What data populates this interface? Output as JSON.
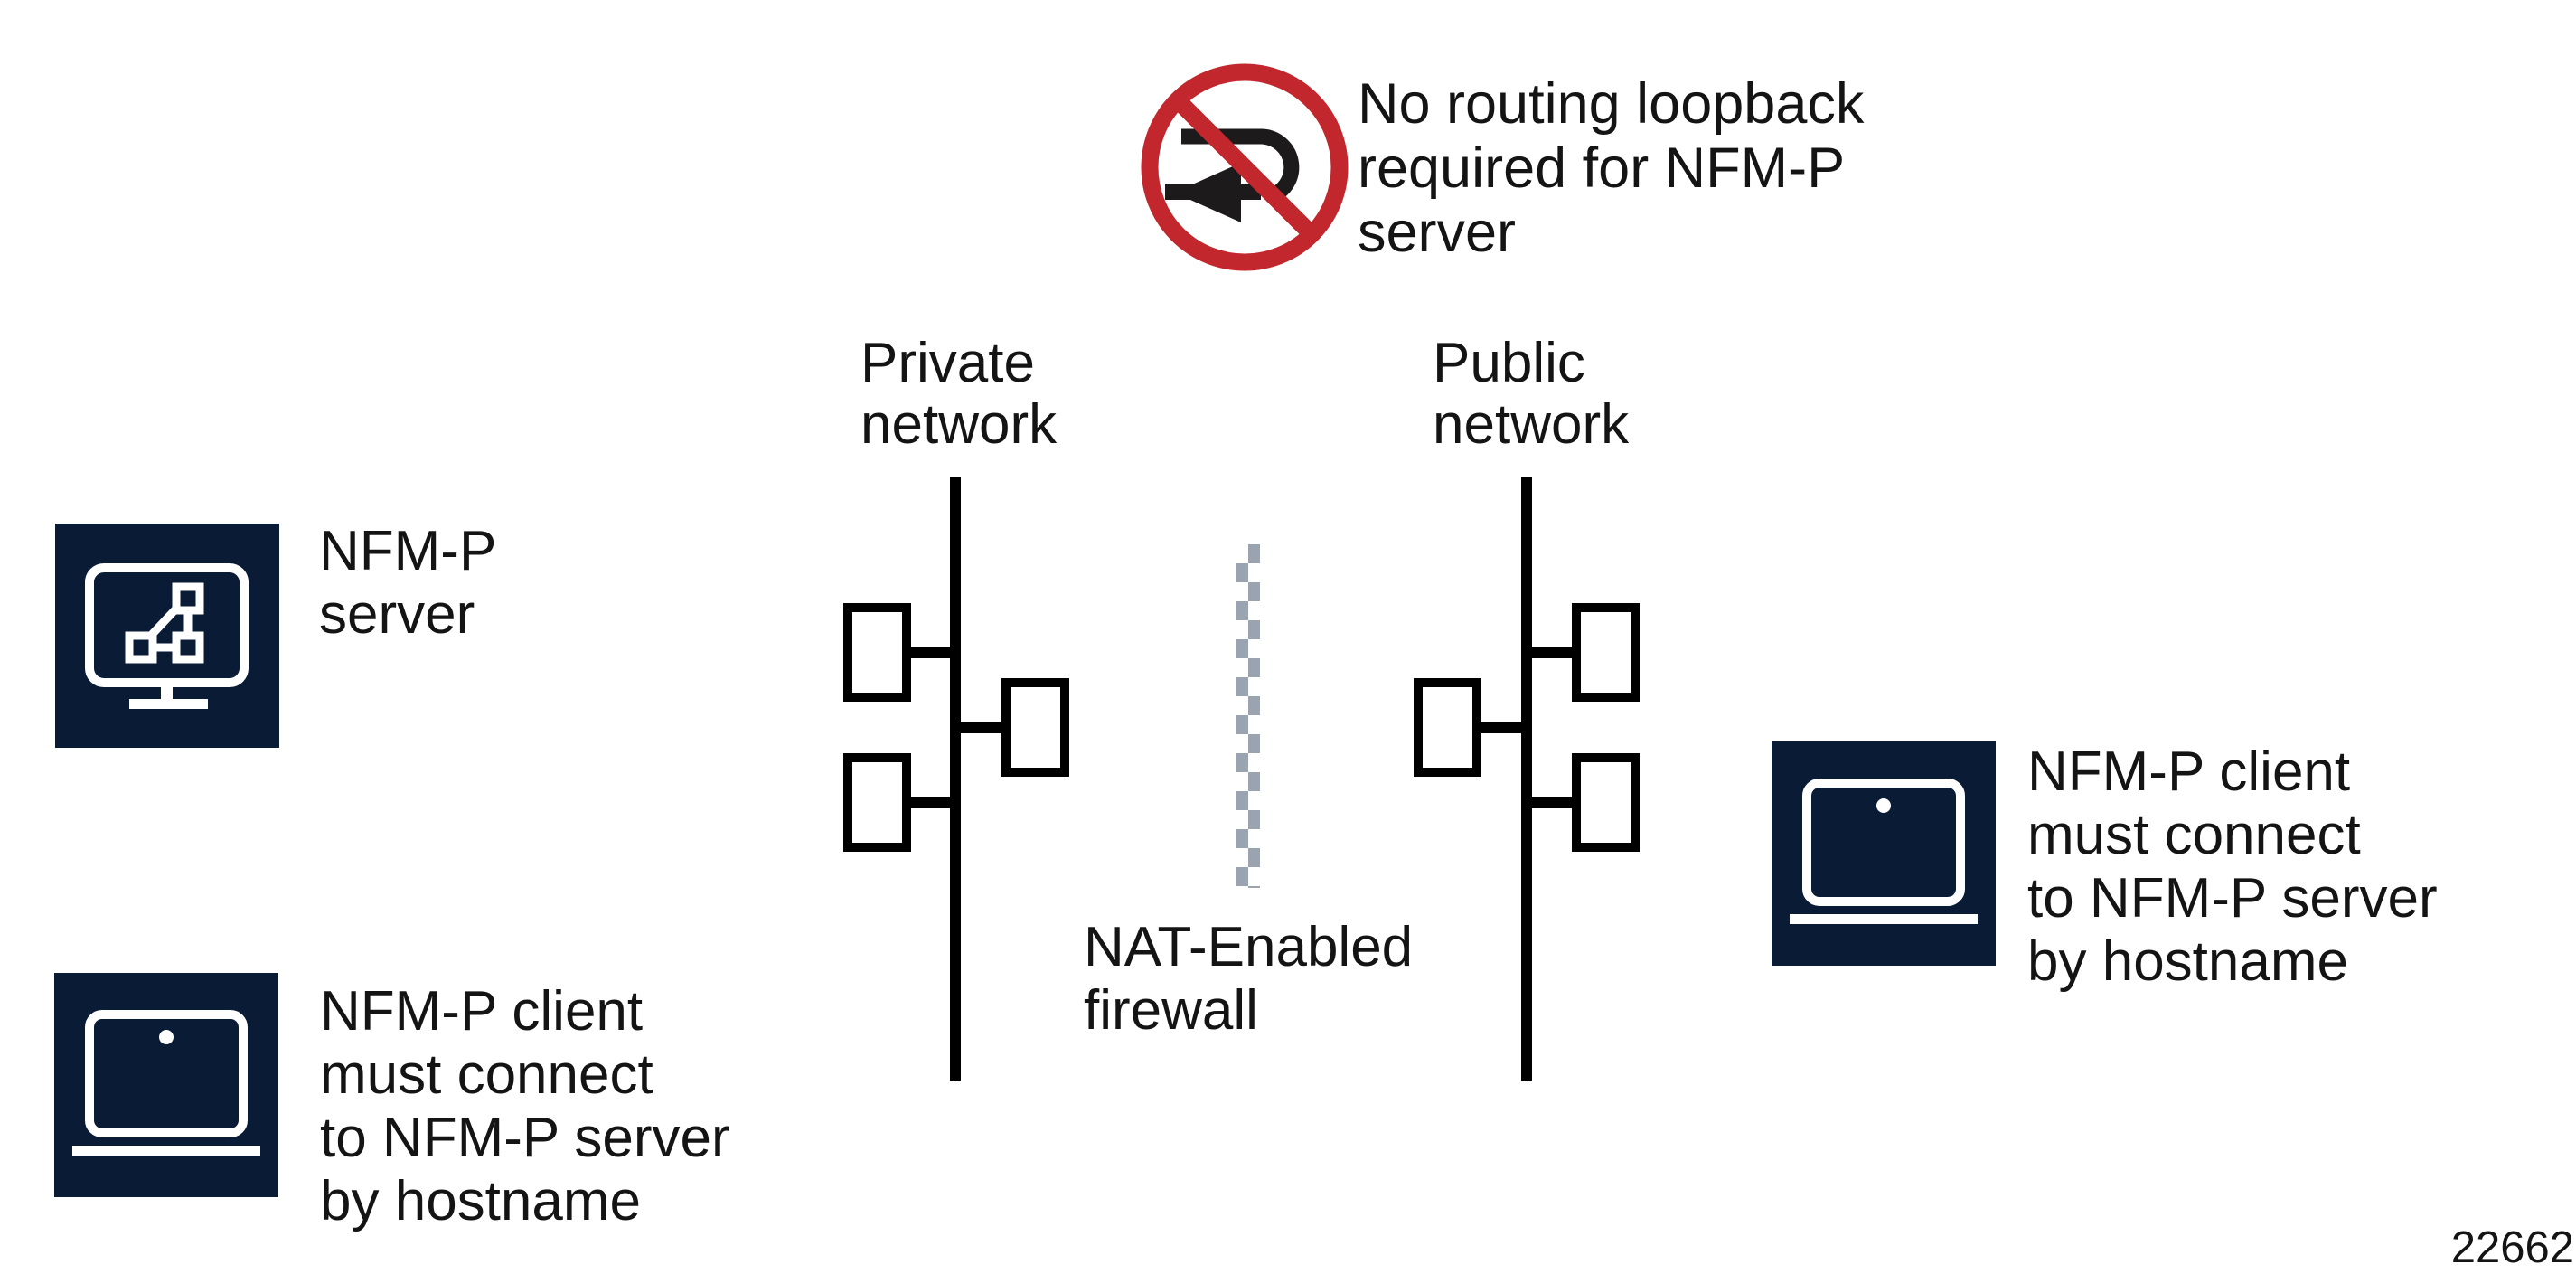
{
  "colors": {
    "navy": "#0a1b36",
    "red": "#c2272d",
    "firewall-gray": "#9aa4b0",
    "ink": "#141414",
    "paper": "#ffffff"
  },
  "prohibition": {
    "icon": "no-routing-loopback-icon",
    "label_lines": [
      "No routing loopback",
      "required for NFM-P",
      "server"
    ]
  },
  "networks": {
    "private": {
      "label_lines": [
        "Private",
        "network"
      ]
    },
    "public": {
      "label_lines": [
        "Public",
        "network"
      ]
    }
  },
  "firewall": {
    "icon": "firewall-zigzag",
    "label_lines": [
      "NAT-Enabled",
      "firewall"
    ]
  },
  "left_column": {
    "server": {
      "icon": "monitor-topology-icon",
      "label_lines": [
        "NFM-P",
        "server"
      ]
    },
    "client": {
      "icon": "laptop-icon",
      "label_lines": [
        "NFM-P client",
        "must connect",
        "to NFM-P server",
        "by hostname"
      ]
    }
  },
  "right_column": {
    "client": {
      "icon": "laptop-icon",
      "label_lines": [
        "NFM-P client",
        "must connect",
        "to NFM-P server",
        "by hostname"
      ]
    }
  },
  "figure_number": "22662"
}
